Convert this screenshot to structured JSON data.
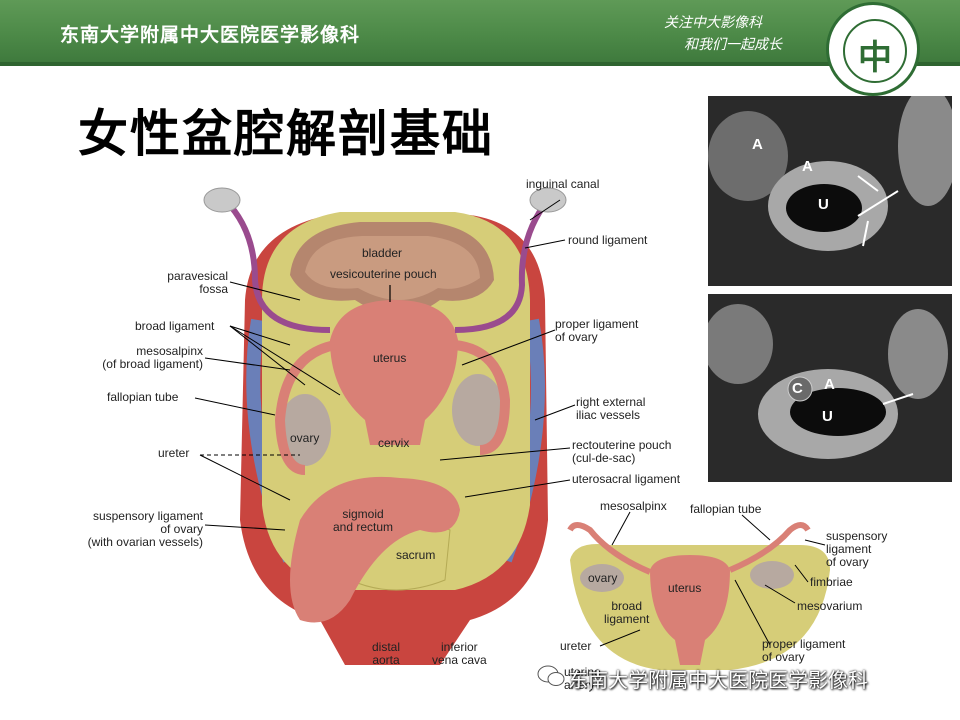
{
  "header": {
    "title": "东南大学附属中大医院医学影像科",
    "slogan_line1": "关注中大影像科",
    "slogan_line2": "和我们一起成长",
    "logo_mark": "中"
  },
  "slide": {
    "title": "女性盆腔解剖基础"
  },
  "main_diagram": {
    "labels": {
      "inguinal_canal": "inguinal canal",
      "round_ligament": "round ligament",
      "bladder": "bladder",
      "vesicouterine_pouch": "vesicouterine pouch",
      "paravesical_fossa": "paravesical\nfossa",
      "broad_ligament": "broad ligament",
      "mesosalpinx": "mesosalpinx\n(of broad ligament)",
      "fallopian_tube": "fallopian tube",
      "ovary": "ovary",
      "ureter": "ureter",
      "suspensory_ligament": "suspensory ligament\nof ovary\n(with ovarian vessels)",
      "uterus": "uterus",
      "cervix": "cervix",
      "proper_ligament": "proper ligament\nof ovary",
      "right_external_iliac": "right external\niliac vessels",
      "rectouterine_pouch": "rectouterine pouch\n(cul-de-sac)",
      "uterosacral_ligament": "uterosacral ligament",
      "sigmoid_rectum": "sigmoid\nand rectum",
      "sacrum": "sacrum",
      "distal_aorta": "distal\naorta",
      "inferior_vena_cava": "inferior\nvena cava"
    }
  },
  "small_diagram": {
    "labels": {
      "mesosalpinx": "mesosalpinx",
      "fallopian_tube": "fallopian tube",
      "suspensory_ligament": "suspensory\nligament\nof ovary",
      "fimbriae": "fimbriae",
      "mesovarium": "mesovarium",
      "ovary": "ovary",
      "uterus": "uterus",
      "broad_ligament": "broad\nligament",
      "ureter": "ureter",
      "uterine_artery": "uterine\nartery",
      "proper_ligament": "proper ligament\nof ovary"
    }
  },
  "mri_top": {
    "labels": {
      "a1": "A",
      "a2": "A",
      "u": "U"
    }
  },
  "mri_bottom": {
    "labels": {
      "c": "C",
      "a": "A",
      "u": "U"
    }
  },
  "watermark": {
    "text": "东南大学附属中大医院医学影像科"
  },
  "colors": {
    "header_green": "#4d8a48",
    "peritoneum_yellow": "#d6cd78",
    "uterus_pink": "#d98076",
    "vessel_red": "#c9453f",
    "vein_blue": "#6a7fb8"
  }
}
